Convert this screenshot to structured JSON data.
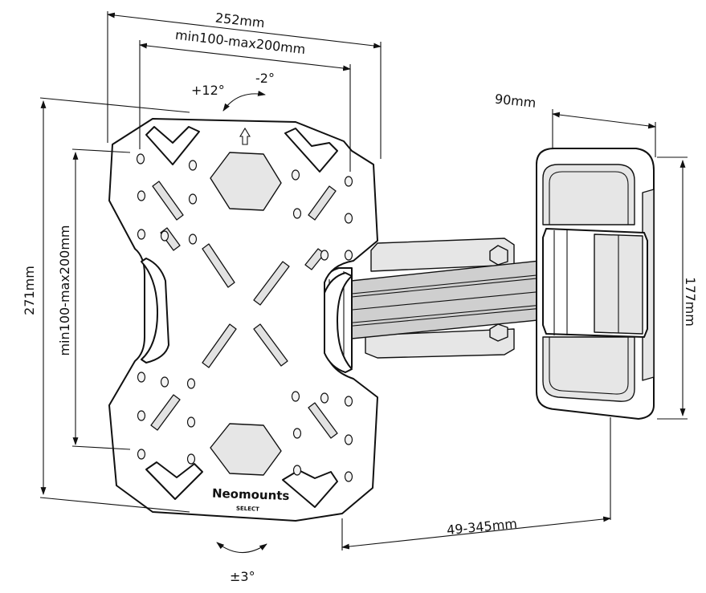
{
  "dimensions": {
    "plate_width": "252mm",
    "hole_spacing_horizontal": "min100-max200mm",
    "plate_height": "271mm",
    "hole_spacing_vertical": "min100-max200mm",
    "wall_plate_width": "90mm",
    "wall_plate_height": "177mm",
    "extension": "49-345mm"
  },
  "angles": {
    "tilt_up": "+12°",
    "tilt_down": "-2°",
    "rotation": "±3°"
  },
  "branding": {
    "brand": "Neomounts",
    "line": "SELECT"
  }
}
